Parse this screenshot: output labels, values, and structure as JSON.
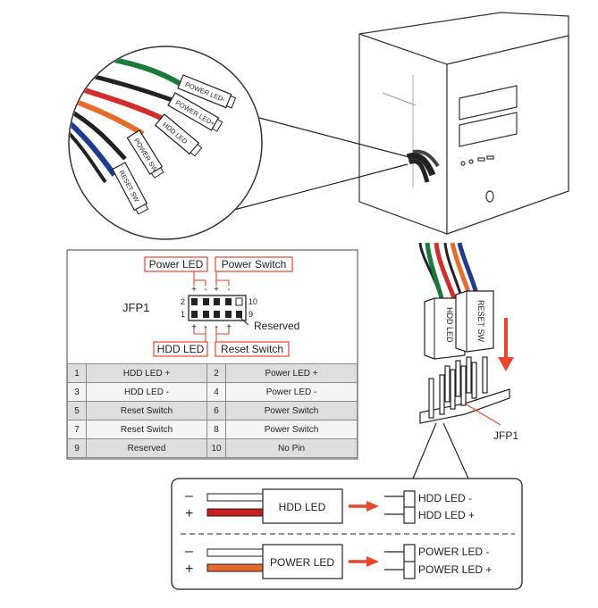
{
  "pc_connectors": [
    "POWER LED-",
    "POWER LED+",
    "HDD LED",
    "POWER SW",
    "RESET SW"
  ],
  "header": {
    "title": "JFP1",
    "group_power_led": "Power LED",
    "group_power_switch": "Power Switch",
    "group_hdd_led": "HDD LED",
    "group_reset_switch": "Reset Switch",
    "pin_left_top": "2",
    "pin_left_bottom": "1",
    "pin_right_top": "10",
    "pin_right_bottom": "9",
    "reserved_label": "Reserved",
    "plus": "+",
    "minus": "-"
  },
  "pin_table": [
    {
      "n1": "1",
      "l": "HDD LED +",
      "n2": "2",
      "r": "Power LED +"
    },
    {
      "n1": "3",
      "l": "HDD LED -",
      "n2": "4",
      "r": "Power LED -"
    },
    {
      "n1": "5",
      "l": "Reset Switch",
      "n2": "6",
      "r": "Power Switch"
    },
    {
      "n1": "7",
      "l": "Reset Switch",
      "n2": "8",
      "r": "Power Switch"
    },
    {
      "n1": "9",
      "l": "Reserved",
      "n2": "10",
      "r": "No Pin"
    }
  ],
  "plug": {
    "left_label": "HDD LED",
    "right_label": "RESET SW",
    "header_label": "JFP1"
  },
  "legend": {
    "minus": "–",
    "plus": "+",
    "hdd_block": "HDD LED",
    "hdd_pin_minus": "HDD LED -",
    "hdd_pin_plus": "HDD LED +",
    "power_block": "POWER LED",
    "power_pin_minus": "POWER LED -",
    "power_pin_plus": "POWER LED +"
  },
  "colors": {
    "red_label": "#e8452c",
    "wire_green": "#1a7a3c",
    "wire_red": "#d42b2b",
    "wire_orange": "#ea6a2a",
    "wire_blue": "#1f3a93",
    "legend_red": "#c81e1e",
    "legend_orange": "#e8672a"
  }
}
